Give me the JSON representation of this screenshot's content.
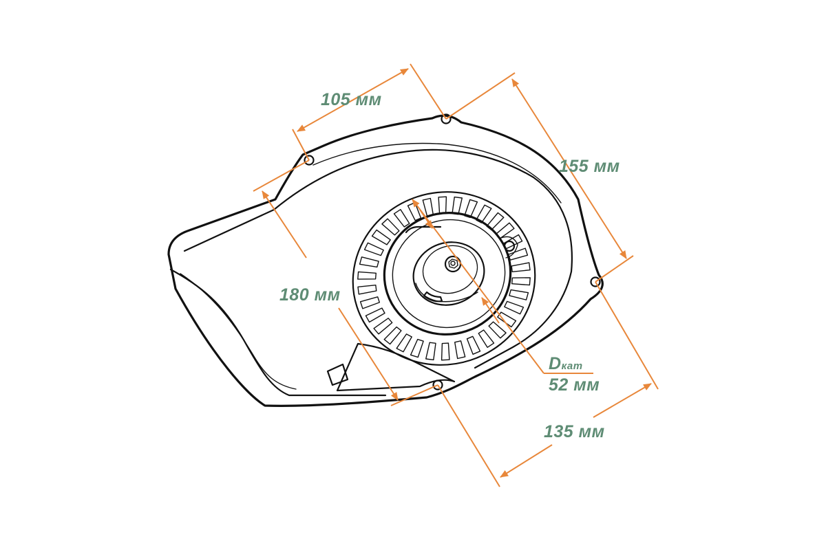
{
  "colors": {
    "outline": "#111111",
    "dimension_line": "#e8873a",
    "dimension_text": "#5e8c74",
    "background": "#ffffff"
  },
  "dimensions": {
    "top_width": "105 мм",
    "right_height": "155 мм",
    "left_length": "180 мм",
    "bottom_width": "135 мм",
    "pulley_diameter_symbol": "D",
    "pulley_diameter_subscript": "кат",
    "pulley_diameter": "52 мм"
  }
}
